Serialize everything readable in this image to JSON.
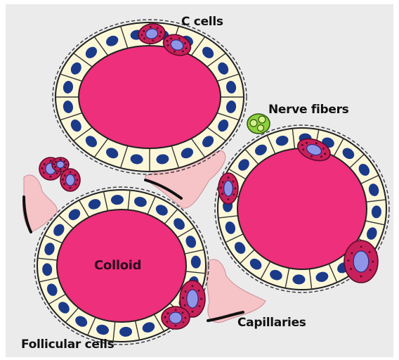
{
  "labels": {
    "c_cells": "C cells",
    "nerve_fibers": "Nerve fibers",
    "colloid": "Colloid",
    "capillaries": "Capillaries",
    "follicular_cells": "Follicular cells"
  },
  "colors": {
    "background_panel": "#ebebeb",
    "colloid": "#ee2f7c",
    "follicle_wall": "#fbf7d8",
    "nucleus": "#1b3a8a",
    "c_cell": "#c8205a",
    "c_cell_nucleus": "#8f96e8",
    "capillary": "#f6c3c7",
    "nerve": "#8fce3e"
  }
}
